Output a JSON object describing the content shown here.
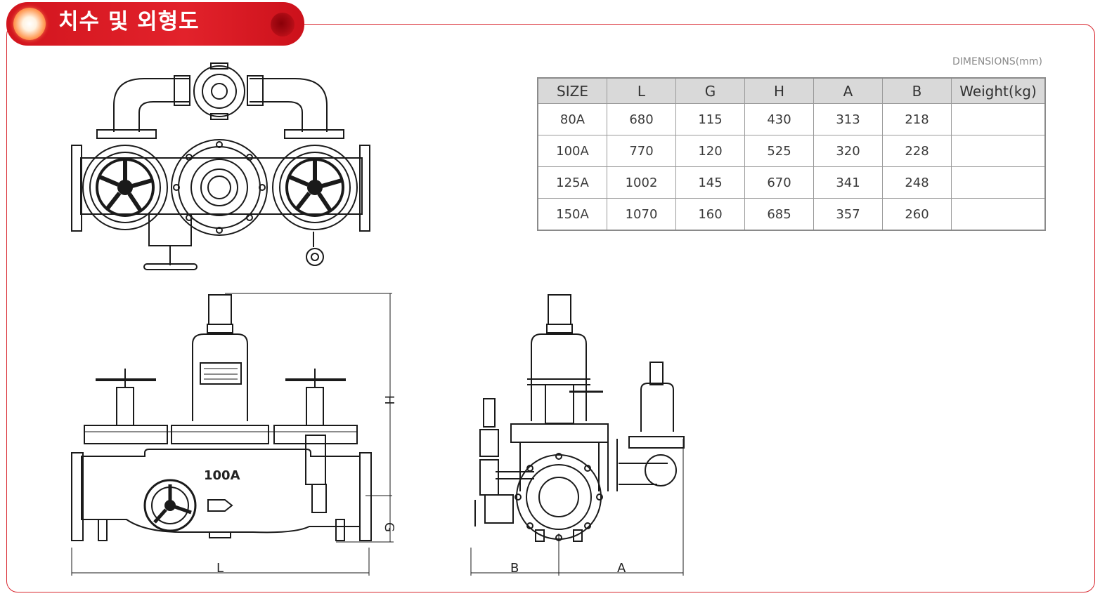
{
  "header": {
    "title": "치수 및 외형도"
  },
  "dimensions_table": {
    "unit_label": "DIMENSIONS(mm)",
    "columns": [
      "SIZE",
      "L",
      "G",
      "H",
      "A",
      "B",
      "Weight(kg)"
    ],
    "rows": [
      [
        "80A",
        "680",
        "115",
        "430",
        "313",
        "218",
        ""
      ],
      [
        "100A",
        "770",
        "120",
        "525",
        "320",
        "228",
        ""
      ],
      [
        "125A",
        "1002",
        "145",
        "670",
        "341",
        "248",
        ""
      ],
      [
        "150A",
        "1070",
        "160",
        "685",
        "357",
        "260",
        ""
      ]
    ]
  },
  "drawing": {
    "front_view_size_mark": "100A",
    "front_dim_labels": {
      "L": "L",
      "G": "G",
      "H": "H"
    },
    "side_dim_labels": {
      "A": "A",
      "B": "B"
    }
  },
  "colors": {
    "accent": "#d8262e",
    "table_header": "#d9d9d9",
    "line": "#1a1a1a"
  }
}
